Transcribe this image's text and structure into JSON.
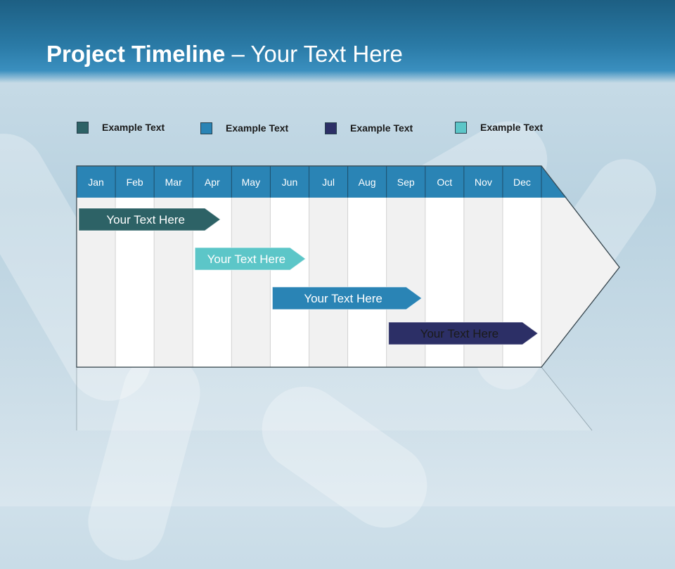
{
  "slide": {
    "title_bold": "Project Timeline",
    "title_rest": " – Your Text Here"
  },
  "legend": [
    {
      "label": "Example Text",
      "color": "#2d6266"
    },
    {
      "label": "Example Text",
      "color": "#2a84b5"
    },
    {
      "label": "Example Text",
      "color": "#2c2f66"
    },
    {
      "label": "Example Text",
      "color": "#5cc6c8"
    }
  ],
  "months": [
    "Jan",
    "Feb",
    "Mar",
    "Apr",
    "May",
    "Jun",
    "Jul",
    "Aug",
    "Sep",
    "Oct",
    "Nov",
    "Dec"
  ],
  "tasks": [
    {
      "label": "Your  Text Here",
      "start_month": 1.0,
      "end_month": 3.8,
      "color": "#2d6266",
      "text_color": "#ffffff"
    },
    {
      "label": "Your  Text Here",
      "start_month": 4.0,
      "end_month": 6.0,
      "color": "#5cc6c8",
      "text_color": "#ffffff"
    },
    {
      "label": "Your  Text Here",
      "start_month": 6.0,
      "end_month": 9.0,
      "color": "#2a84b5",
      "text_color": "#ffffff"
    },
    {
      "label": "Your  Text Here",
      "start_month": 9.0,
      "end_month": 12.0,
      "color": "#2c2f66",
      "text_color": "#1a1a1a"
    }
  ],
  "colors": {
    "header_band": "#2a84b5",
    "column_light": "#f1f1f1",
    "column_white": "#ffffff",
    "arrow_fill": "#f2f2f2"
  }
}
